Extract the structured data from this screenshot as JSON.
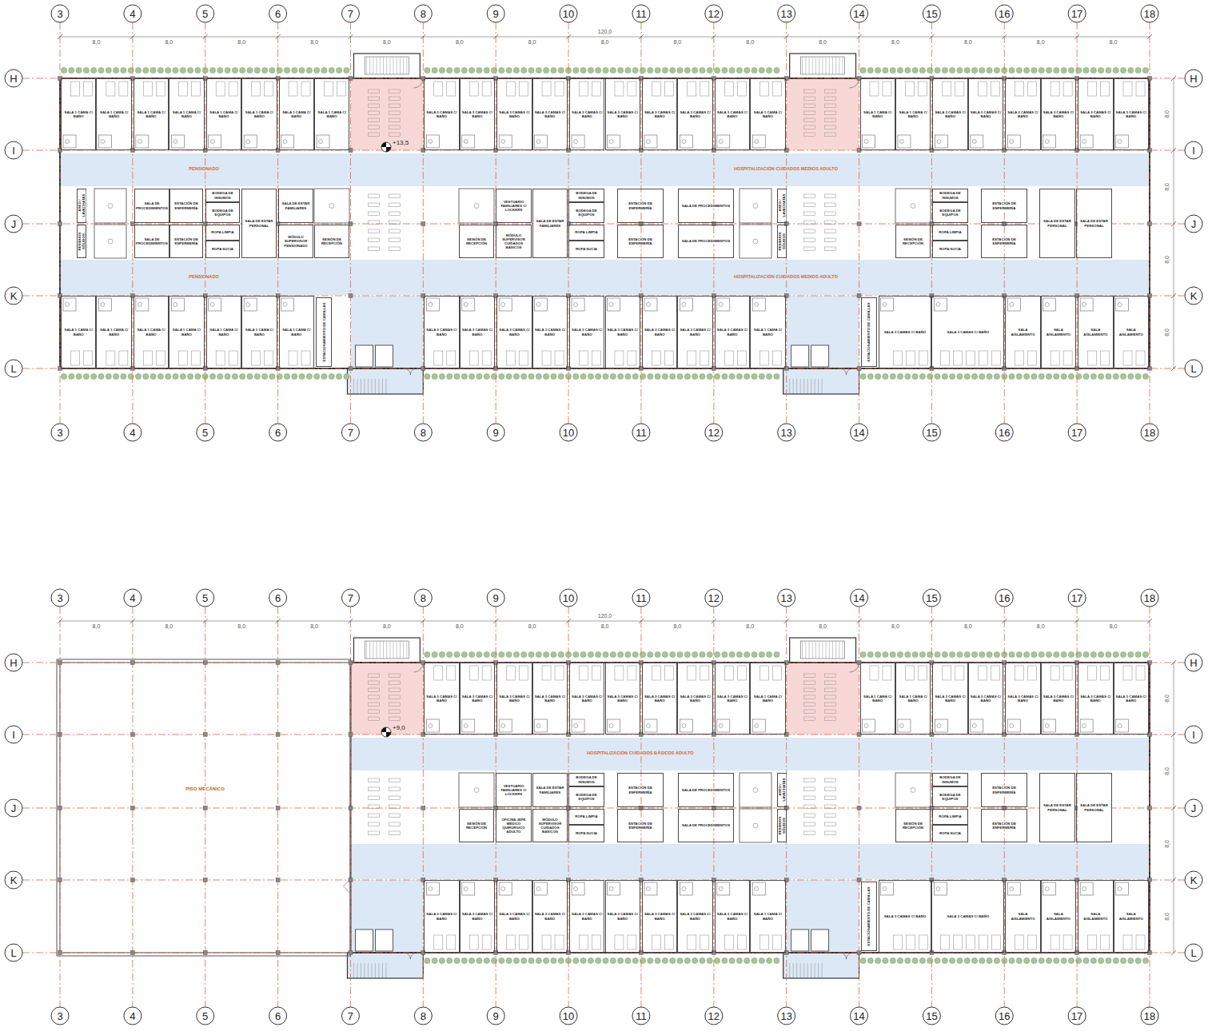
{
  "diagram": {
    "nodes": [
      {
        "text": [
          "SALA 1 CAMA C/ BAÑO"
        ]
      },
      {
        "text": [
          "SALA 1 CAMA C/ BAÑO"
        ]
      },
      {
        "text": [
          "SALA 1 CAMA C/ BAÑO"
        ]
      },
      {
        "text": [
          "SALA 1 CAMA C/ BAÑO"
        ]
      },
      {
        "text": [
          "SALA 1 CAMA C/ BAÑO"
        ]
      },
      {
        "text": [
          "SALA 1 CAMA C/ BAÑO"
        ]
      },
      {
        "text": [
          "SALA 1 CAMA C/ BAÑO"
        ]
      },
      {
        "text": [
          "SALA 1 CAMA C/ BAÑO"
        ]
      },
      {
        "text": [
          "SALA 3 CAMAS C/ BAÑO"
        ]
      },
      {
        "text": [
          "SALA 3 CAMAS C/ BAÑO"
        ]
      },
      {
        "text": [
          "SALA 3 CAMAS C/ BAÑO"
        ]
      },
      {
        "text": [
          "SALA 3 CAMAS C/ BAÑO"
        ]
      },
      {
        "text": [
          "SALA 3 CAMAS C/ BAÑO"
        ]
      },
      {
        "text": [
          "SALA 3 CAMAS C/ BAÑO"
        ]
      },
      {
        "text": [
          "SALA 3 CAMAS C/ BAÑO"
        ]
      },
      {
        "text": [
          "SALA 3 CAMAS C/ BAÑO"
        ]
      },
      {
        "text": [
          "SALA 3 CAMAS C/ BAÑO"
        ]
      },
      {
        "text": [
          "SALA 1 CAMA C/ BAÑO"
        ]
      },
      {
        "text": [
          "SALA 1 CAMA C/ BAÑO"
        ]
      },
      {
        "text": [
          "SALA 1 CAMA C/ BAÑO"
        ]
      },
      {
        "text": [
          "SALA 3 CAMAS C/ BAÑO"
        ]
      },
      {
        "text": [
          "SALA 3 CAMAS C/ BAÑO"
        ]
      },
      {
        "text": [
          "SALA 3 CAMAS C/ BAÑO"
        ]
      },
      {
        "text": [
          "SALA 3 CAMAS C/ BAÑO"
        ]
      },
      {
        "text": [
          "SALA 3 CAMAS C/ BAÑO"
        ]
      },
      {
        "text": [
          "SALA 3 CAMAS C/ BAÑO"
        ]
      },
      {
        "text": [
          "ASEO / LAVACHATAS"
        ]
      },
      {
        "text": [
          "RESIDUOS SÓLIDOS"
        ]
      },
      {
        "text": [
          "SALA DE PROCEDIMIENTOS"
        ]
      },
      {
        "text": [
          "SALA DE PROCEDIMIENTOS"
        ]
      },
      {
        "text": [
          "ESTACIÓN DE ENFERMERÍA"
        ]
      },
      {
        "text": [
          "ESTACIÓN DE ENFERMERÍA"
        ]
      },
      {
        "text": [
          "BODEGA DE INSUMOS"
        ]
      },
      {
        "text": [
          "BODEGA DE EQUIPOS"
        ]
      },
      {
        "text": [
          "ROPA LIMPIA"
        ]
      },
      {
        "text": [
          "ROPA SUCIA"
        ]
      },
      {
        "text": [
          "SALA DE ESTAR PERSONAL"
        ]
      },
      {
        "text": [
          "SALA DE ESTAR FAMILIARES"
        ]
      },
      {
        "text": [
          "MÓDULO SUPERVISOR PENSIONADO"
        ]
      },
      {
        "text": [
          "SESIÓN DE RECEPCIÓN"
        ]
      },
      {
        "text": [
          "SESIÓN DE RECEPCIÓN"
        ]
      },
      {
        "text": [
          "VESTUARIO FAMILIARES C/ LOCKERS"
        ]
      },
      {
        "text": [
          "MÓDULO SUPERVISOR CUIDADOS BÁSICOS"
        ]
      },
      {
        "text": [
          "SALA DE ESTAR FAMILIARES"
        ]
      },
      {
        "text": [
          "BODEGA DE INSUMOS"
        ]
      },
      {
        "text": [
          "BODEGA DE EQUIPOS"
        ]
      },
      {
        "text": [
          "ROPA LIMPIA"
        ]
      },
      {
        "text": [
          "ROPA SUCIA"
        ]
      },
      {
        "text": [
          "ESTACIÓN DE ENFERMERÍA"
        ]
      },
      {
        "text": [
          "ESTACIÓN DE ENFERMERÍA"
        ]
      },
      {
        "text": [
          "SALA DE PROCEDIMIENTOS"
        ]
      },
      {
        "text": [
          "SALA DE PROCEDIMIENTOS"
        ]
      },
      {
        "text": [
          "ASEO / LAVACHATAS"
        ]
      },
      {
        "text": [
          "RESIDUOS SÓLIDOS"
        ]
      },
      {
        "text": [
          "SESIÓN DE RECEPCIÓN"
        ]
      },
      {
        "text": [
          "BODEGA DE INSUMOS"
        ]
      },
      {
        "text": [
          "BODEGA DE EQUIPOS"
        ]
      },
      {
        "text": [
          "ROPA LIMPIA"
        ]
      },
      {
        "text": [
          "ROPA SUCIA"
        ]
      },
      {
        "text": [
          "ESTACIÓN DE ENFERMERÍA"
        ]
      },
      {
        "text": [
          "ESTACIÓN DE ENFERMERÍA"
        ]
      },
      {
        "text": [
          "SALA DE ESTAR PERSONAL"
        ]
      },
      {
        "text": [
          "SALA DE ESTAR PERSONAL"
        ]
      },
      {
        "text": [
          "SALA 1 CAMA C/ BAÑO"
        ]
      },
      {
        "text": [
          "SALA 1 CAMA C/ BAÑO"
        ]
      },
      {
        "text": [
          "SALA 1 CAMA C/ BAÑO"
        ]
      },
      {
        "text": [
          "SALA 1 CAMA C/ BAÑO"
        ]
      },
      {
        "text": [
          "SALA 1 CAMA C/ BAÑO"
        ]
      },
      {
        "text": [
          "SALA 1 CAMA C/ BAÑO"
        ]
      },
      {
        "text": [
          "SALA 1 CAMA C/ BAÑO"
        ]
      },
      {
        "text": [
          "ESTACIONAMIENTO DE CAMILLAS"
        ]
      },
      {
        "text": [
          "SALA 3 CAMAS C/ BAÑO"
        ]
      },
      {
        "text": [
          "SALA 3 CAMAS C/ BAÑO"
        ]
      },
      {
        "text": [
          "SALA 3 CAMAS C/ BAÑO"
        ]
      },
      {
        "text": [
          "SALA 3 CAMAS C/ BAÑO"
        ]
      },
      {
        "text": [
          "SALA 3 CAMAS C/ BAÑO"
        ]
      },
      {
        "text": [
          "SALA 3 CAMAS C/ BAÑO"
        ]
      },
      {
        "text": [
          "SALA 3 CAMAS C/ BAÑO"
        ]
      },
      {
        "text": [
          "SALA 3 CAMAS C/ BAÑO"
        ]
      },
      {
        "text": [
          "SALA 3 CAMAS C/ BAÑO"
        ]
      },
      {
        "text": [
          "SALA 1 CAMA C/ BAÑO"
        ]
      },
      {
        "text": [
          "ESTACIONAMIENTO DE CAMILLAS"
        ]
      },
      {
        "text": [
          "SALA 3 CAMAS C/ BAÑO"
        ]
      },
      {
        "text": [
          "SALA 3 CAMAS C/ BAÑO"
        ]
      },
      {
        "text": [
          "SALA AISLAMIENTO"
        ]
      },
      {
        "text": [
          "SALA AISLAMIENTO"
        ]
      },
      {
        "text": [
          "SALA AISLAMIENTO"
        ]
      },
      {
        "text": [
          "SALA AISLAMIENTO"
        ]
      },
      {
        "text": [
          "PISO MECÁNICO"
        ]
      },
      {
        "text": [
          "SALA 3 CAMAS C/ BAÑO"
        ]
      },
      {
        "text": [
          "SALA 3 CAMAS C/ BAÑO"
        ]
      },
      {
        "text": [
          "SALA 3 CAMAS C/ BAÑO"
        ]
      },
      {
        "text": [
          "SALA 3 CAMAS C/ BAÑO"
        ]
      },
      {
        "text": [
          "SALA 3 CAMAS C/ BAÑO"
        ]
      },
      {
        "text": [
          "SALA 3 CAMAS C/ BAÑO"
        ]
      },
      {
        "text": [
          "SALA 3 CAMAS C/ BAÑO"
        ]
      },
      {
        "text": [
          "SALA 3 CAMAS C/ BAÑO"
        ]
      },
      {
        "text": [
          "SALA 3 CAMAS C/ BAÑO"
        ]
      },
      {
        "text": [
          "SALA 1 CAMA C/ BAÑO"
        ]
      },
      {
        "text": [
          "SALA 1 CAMA C/ BAÑO"
        ]
      },
      {
        "text": [
          "SALA 1 CAMA C/ BAÑO"
        ]
      },
      {
        "text": [
          "SALA 3 CAMAS C/ BAÑO"
        ]
      },
      {
        "text": [
          "SALA 3 CAMAS C/ BAÑO"
        ]
      },
      {
        "text": [
          "SALA 3 CAMAS C/ BAÑO"
        ]
      },
      {
        "text": [
          "SALA 3 CAMAS C/ BAÑO"
        ]
      },
      {
        "text": [
          "SALA 3 CAMAS C/ BAÑO"
        ]
      },
      {
        "text": [
          "SALA 3 CAMAS C/ BAÑO"
        ]
      },
      {
        "text": [
          "SESIÓN DE RECEPCIÓN"
        ]
      },
      {
        "text": [
          "VESTUARIO FAMILIARES C/ LOCKERS"
        ]
      },
      {
        "text": [
          "OFICINA JEFE MÉDICO QUIRÚRGICO ADULTO"
        ]
      },
      {
        "text": [
          "SALA DE ESTAR FAMILIARES"
        ]
      },
      {
        "text": [
          "MÓDULO SUPERVISOR CUIDADOS BÁSICOS"
        ]
      },
      {
        "text": [
          "BODEGA DE INSUMOS"
        ]
      },
      {
        "text": [
          "BODEGA DE EQUIPOS"
        ]
      },
      {
        "text": [
          "ROPA LIMPIA"
        ]
      },
      {
        "text": [
          "ROPA SUCIA"
        ]
      },
      {
        "text": [
          "ESTACIÓN DE ENFERMERÍA"
        ]
      },
      {
        "text": [
          "ESTACIÓN DE ENFERMERÍA"
        ]
      },
      {
        "text": [
          "SALA DE PROCEDIMIENTOS"
        ]
      },
      {
        "text": [
          "SALA DE PROCEDIMIENTOS"
        ]
      },
      {
        "text": [
          "ASEO / LAVACHATAS"
        ]
      },
      {
        "text": [
          "RESIDUOS SÓLIDOS"
        ]
      },
      {
        "text": [
          "SESIÓN DE RECEPCIÓN"
        ]
      },
      {
        "text": [
          "BODEGA DE INSUMOS"
        ]
      },
      {
        "text": [
          "BODEGA DE EQUIPOS"
        ]
      },
      {
        "text": [
          "ROPA LIMPIA"
        ]
      },
      {
        "text": [
          "ROPA SUCIA"
        ]
      },
      {
        "text": [
          "ESTACIÓN DE ENFERMERÍA"
        ]
      },
      {
        "text": [
          "ESTACIÓN DE ENFERMERÍA"
        ]
      },
      {
        "text": [
          "SALA DE ESTAR PERSONAL"
        ]
      },
      {
        "text": [
          "SALA DE ESTAR PERSONAL"
        ]
      },
      {
        "text": [
          "SALA 3 CAMAS C/ BAÑO"
        ]
      },
      {
        "text": [
          "SALA 3 CAMAS C/ BAÑO"
        ]
      },
      {
        "text": [
          "SALA 3 CAMAS C/ BAÑO"
        ]
      },
      {
        "text": [
          "SALA 3 CAMAS C/ BAÑO"
        ]
      },
      {
        "text": [
          "SALA 3 CAMAS C/ BAÑO"
        ]
      },
      {
        "text": [
          "SALA 3 CAMAS C/ BAÑO"
        ]
      },
      {
        "text": [
          "SALA 3 CAMAS C/ BAÑO"
        ]
      },
      {
        "text": [
          "SALA 3 CAMAS C/ BAÑO"
        ]
      },
      {
        "text": [
          "SALA 3 CAMAS C/ BAÑO"
        ]
      },
      {
        "text": [
          "SALA 1 CAMA C/ BAÑO"
        ]
      },
      {
        "text": [
          "ESTACIONAMIENTO DE CAMILLAS"
        ]
      },
      {
        "text": [
          "SALA 3 CAMAS C/ BAÑO"
        ]
      },
      {
        "text": [
          "SALA 3 CAMAS C/ BAÑO"
        ]
      },
      {
        "text": [
          "SALA AISLAMIENTO"
        ]
      },
      {
        "text": [
          "SALA AISLAMIENTO"
        ]
      },
      {
        "text": [
          "SALA AISLAMIENTO"
        ]
      },
      {
        "text": [
          "SALA AISLAMIENTO"
        ]
      }
    ],
    "labels": [
      "3",
      "4",
      "5",
      "6",
      "7",
      "8",
      "9",
      "10",
      "11",
      "12",
      "13",
      "14",
      "15",
      "16",
      "17",
      "18",
      "3",
      "4",
      "5",
      "6",
      "7",
      "8",
      "9",
      "10",
      "11",
      "12",
      "13",
      "14",
      "15",
      "16",
      "17",
      "18",
      "H",
      "I",
      "J",
      "K",
      "L",
      "H",
      "I",
      "J",
      "K",
      "L",
      "120,0",
      "8,0",
      "8,0",
      "8,0",
      "8,0",
      "8,0",
      "8,0",
      "8,0",
      "8,0",
      "8,0",
      "8,0",
      "8,0",
      "8,0",
      "8,0",
      "8,0",
      "8,0",
      "8,0",
      "8,0",
      "8,0",
      "8,0",
      "+13,5",
      "PENSIONADO",
      "HOSPITALIZACIÓN CUIDADOS MEDIOS ADULTO",
      "PENSIONADO",
      "HOSPITALIZACIÓN CUIDADOS MEDIOS ADULTO",
      "3",
      "4",
      "5",
      "6",
      "7",
      "8",
      "9",
      "10",
      "11",
      "12",
      "13",
      "14",
      "15",
      "16",
      "17",
      "18",
      "3",
      "4",
      "5",
      "6",
      "7",
      "8",
      "9",
      "10",
      "11",
      "12",
      "13",
      "14",
      "15",
      "16",
      "17",
      "18",
      "H",
      "I",
      "J",
      "K",
      "L",
      "H",
      "I",
      "J",
      "K",
      "L",
      "120,0",
      "8,0",
      "8,0",
      "8,0",
      "8,0",
      "8,0",
      "8,0",
      "8,0",
      "8,0",
      "8,0",
      "8,0",
      "8,0",
      "8,0",
      "8,0",
      "8,0",
      "8,0",
      "8,0",
      "8,0",
      "8,0",
      "8,0",
      "+9,0",
      "HOSPITALIZACIÓN CUIDADOS BÁSICOS ADULTO"
    ]
  }
}
